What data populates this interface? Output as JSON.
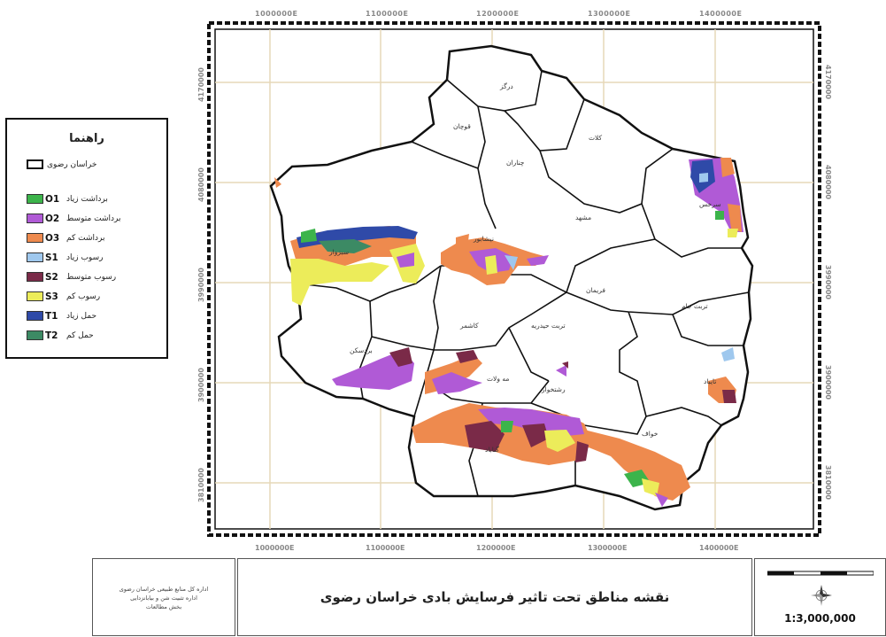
{
  "map_title": "نقشه مناطق تحت تاثیر فرسایش بادی خراسان رضوی",
  "scale": "1:3,000,000",
  "organization": [
    "اداره کل منابع طبیعی خراسان رضوی",
    "اداره تثبیت شن و بیابانزدایی",
    "بخش مطالعات"
  ],
  "legend": {
    "title": "راهنما",
    "boundary_label": "خراسان رضوی",
    "items": [
      {
        "code": "O1",
        "label": "برداشت زیاد",
        "color": "#3cb44b"
      },
      {
        "code": "O2",
        "label": "برداشت متوسط",
        "color": "#b05ad6"
      },
      {
        "code": "O3",
        "label": "برداشت کم",
        "color": "#ee8a4e"
      },
      {
        "code": "S1",
        "label": "رسوب زیاد",
        "color": "#9fc8ee"
      },
      {
        "code": "S2",
        "label": "رسوب متوسط",
        "color": "#7a2a48"
      },
      {
        "code": "S3",
        "label": "رسوب کم",
        "color": "#ecec5a"
      },
      {
        "code": "T1",
        "label": "حمل زیاد",
        "color": "#2f4aa8"
      },
      {
        "code": "T2",
        "label": "حمل کم",
        "color": "#3c8a64"
      }
    ]
  },
  "grid": {
    "x_labels_top": [
      "1000000E",
      "1100000E",
      "1200000E",
      "1300000E",
      "1400000E"
    ],
    "x_labels_bottom": [
      "1000000E",
      "1100000E",
      "1200000E",
      "1300000E",
      "1400000E"
    ],
    "y_labels": [
      "4170000",
      "4080000",
      "3990000",
      "3900000",
      "3810000"
    ]
  },
  "places": [
    "درگز",
    "قوچان",
    "کلات",
    "چناران",
    "مشهد",
    "سرخس",
    "نیشابور",
    "سبزوار",
    "فریمان",
    "تربت جام",
    "کاشمر",
    "تربت حیدریه",
    "بردسکن",
    "مه ولات",
    "خواف",
    "تایباد",
    "گناباد",
    "رشتخوار"
  ]
}
